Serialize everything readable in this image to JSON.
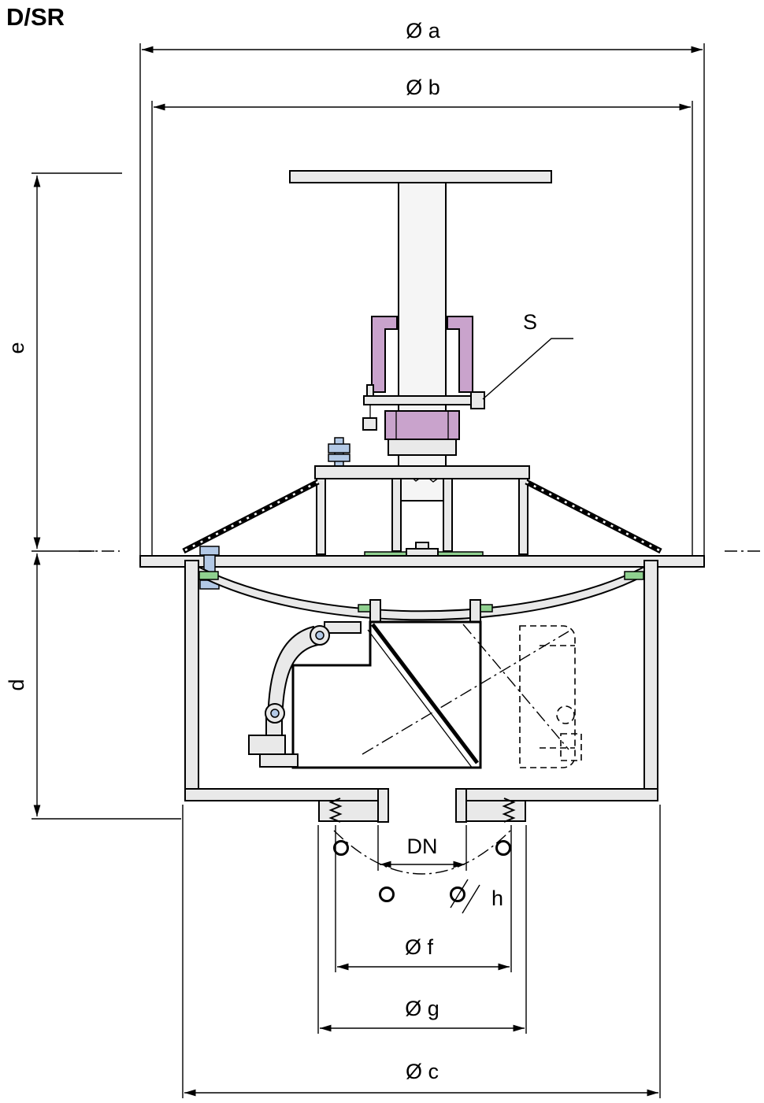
{
  "title": "D/SR",
  "dimensions": {
    "dia_a": "Ø a",
    "dia_b": "Ø b",
    "e": "e",
    "d": "d",
    "s": "S",
    "dn": "DN",
    "h": "h",
    "dia_f": "Ø f",
    "dia_g": "Ø g",
    "dia_c": "Ø c"
  },
  "colors": {
    "line": "#000000",
    "metal_fill": "#e9e9e9",
    "metal_light": "#f5f5f5",
    "purple": "#c9a3cc",
    "green": "#8fd08f",
    "blue": "#b3c9e6"
  }
}
